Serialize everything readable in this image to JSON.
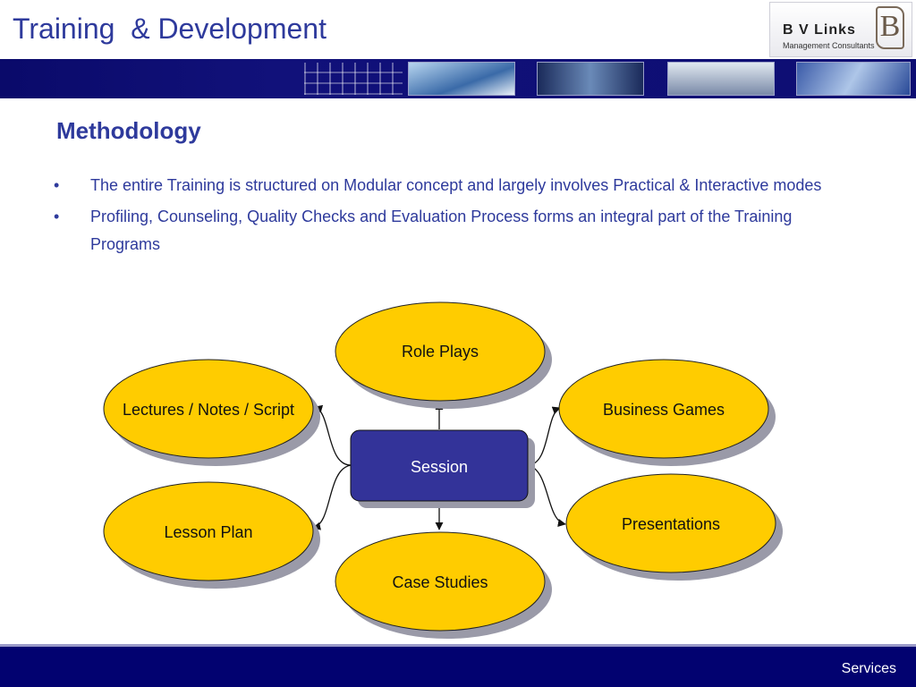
{
  "header": {
    "title": "Training  & Development",
    "logo_name": "B V Links",
    "logo_subtitle": "Management Consultants",
    "logo_mark": "B"
  },
  "section": {
    "heading": "Methodology"
  },
  "bullets": [
    "The entire Training is structured on Modular concept and largely involves Practical & Interactive modes",
    "Profiling, Counseling, Quality Checks and Evaluation Process forms an integral part of the Training Programs"
  ],
  "bullet_glyph": "•",
  "diagram": {
    "center": "Session",
    "nodes": {
      "top": "Role Plays",
      "upper_left": "Lectures / Notes / Script",
      "upper_right": "Business Games",
      "lower_left": "Lesson Plan",
      "lower_right": "Presentations",
      "bottom": "Case Studies"
    }
  },
  "footer": {
    "label": "Services"
  },
  "colors": {
    "title": "#2e3a9c",
    "node_fill": "#ffcc00",
    "center_fill": "#333399",
    "navy": "#020270"
  }
}
